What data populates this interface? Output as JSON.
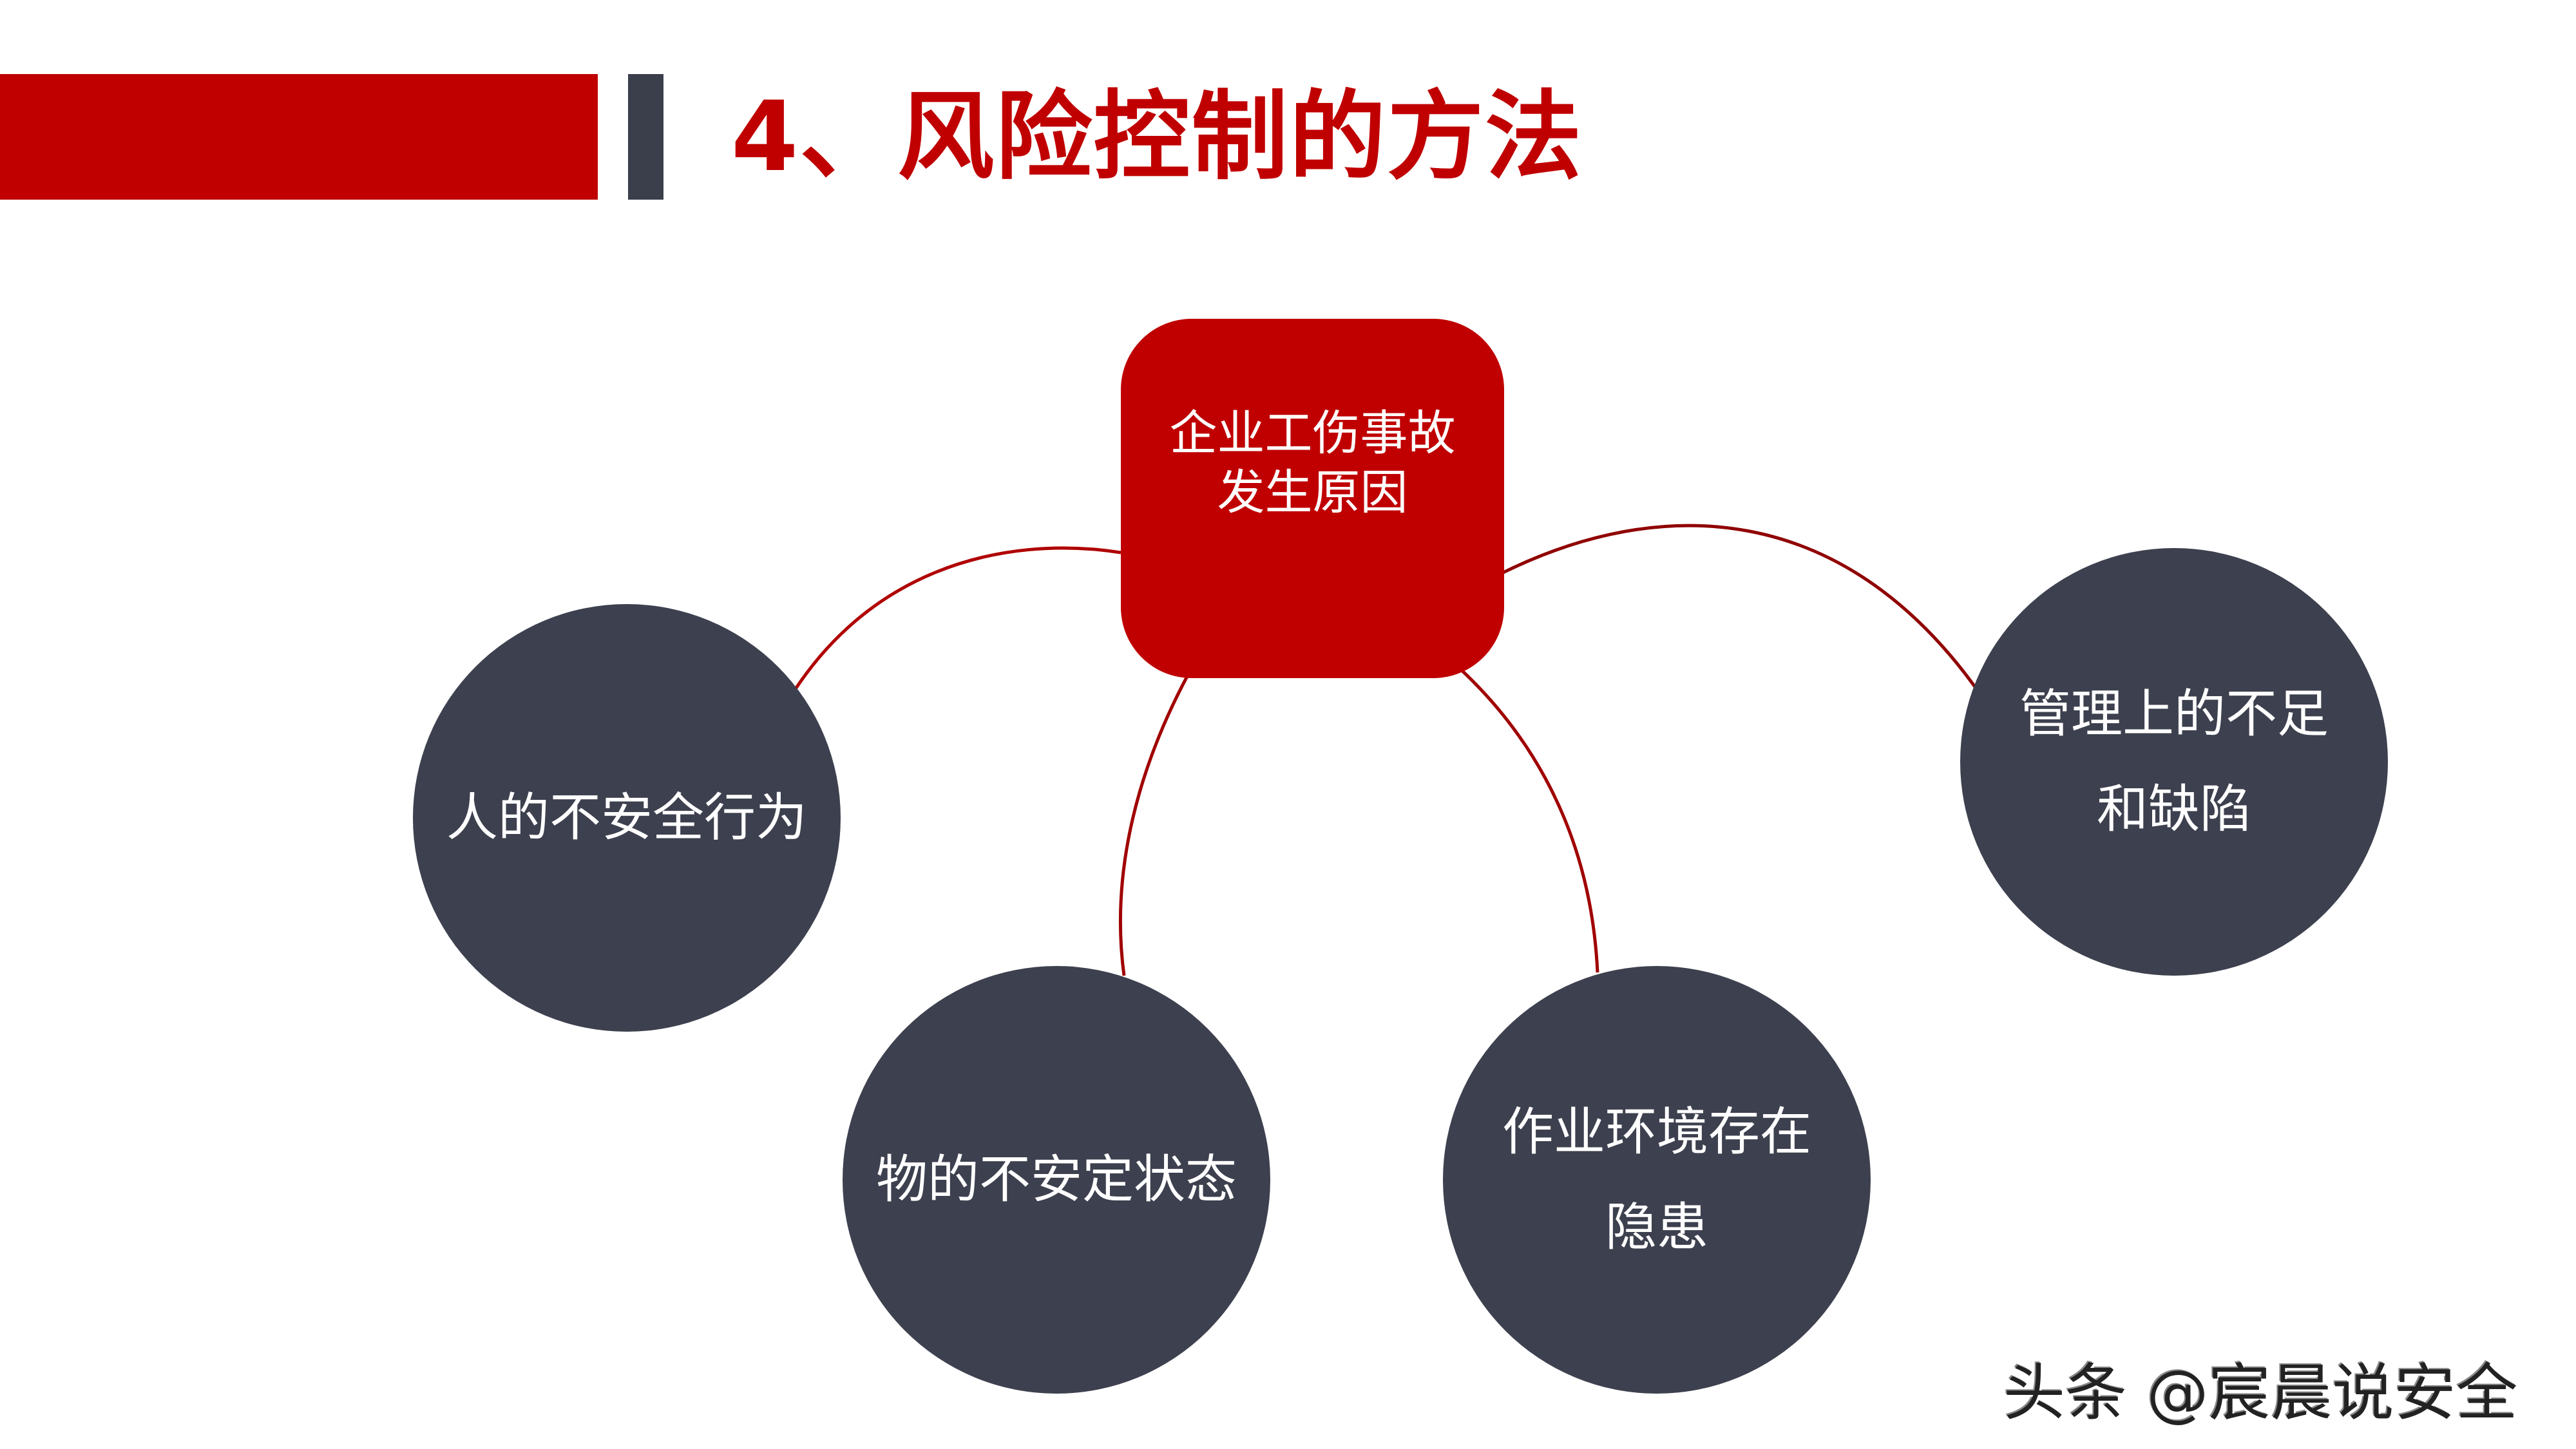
{
  "header": {
    "title": "4、风险控制的方法"
  },
  "center": {
    "line1": "企业工伤事故",
    "line2": "发生原因"
  },
  "causes": [
    {
      "lines": [
        "人的不安全行为"
      ]
    },
    {
      "lines": [
        "物的不安定状态"
      ]
    },
    {
      "lines": [
        "作业环境存在",
        "隐患"
      ]
    },
    {
      "lines": [
        "管理上的不足",
        "和缺陷"
      ]
    }
  ],
  "watermark": "头条 @宸晨说安全",
  "colors": {
    "accent_red": "#c00000",
    "node_dark": "#3d404e",
    "connector": "#a00000"
  }
}
